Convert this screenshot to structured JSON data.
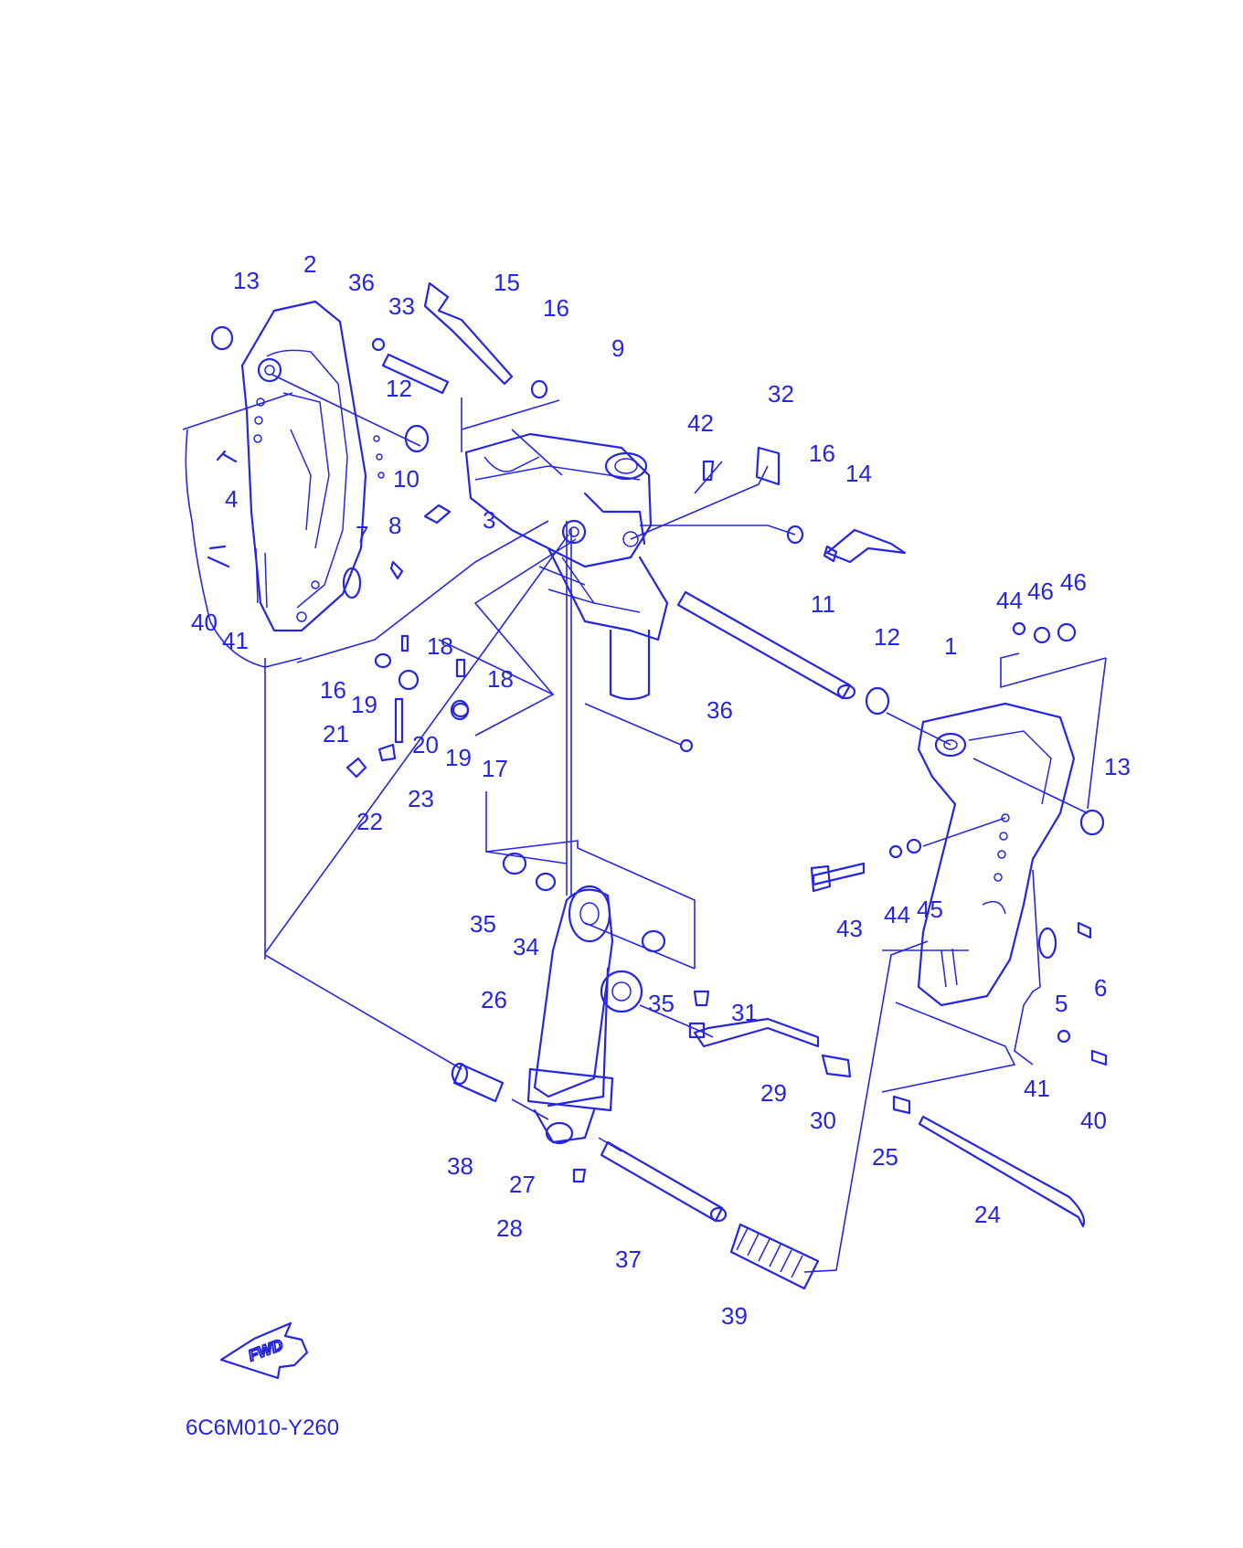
{
  "colors": {
    "ink": "#2626e0",
    "background": "#ffffff"
  },
  "diagram_code": "6C6M010-Y260",
  "fwd_label": "FWD",
  "callouts": [
    "13",
    "2",
    "36",
    "33",
    "15",
    "16",
    "9",
    "12",
    "4",
    "10",
    "3",
    "8",
    "7",
    "40",
    "41",
    "42",
    "32",
    "16",
    "14",
    "11",
    "12",
    "1",
    "44",
    "46",
    "46",
    "13",
    "18",
    "18",
    "16",
    "19",
    "21",
    "20",
    "19",
    "17",
    "36",
    "23",
    "22",
    "43",
    "44",
    "45",
    "35",
    "34",
    "26",
    "35",
    "31",
    "5",
    "6",
    "29",
    "30",
    "41",
    "40",
    "38",
    "27",
    "28",
    "37",
    "39",
    "25",
    "24"
  ]
}
